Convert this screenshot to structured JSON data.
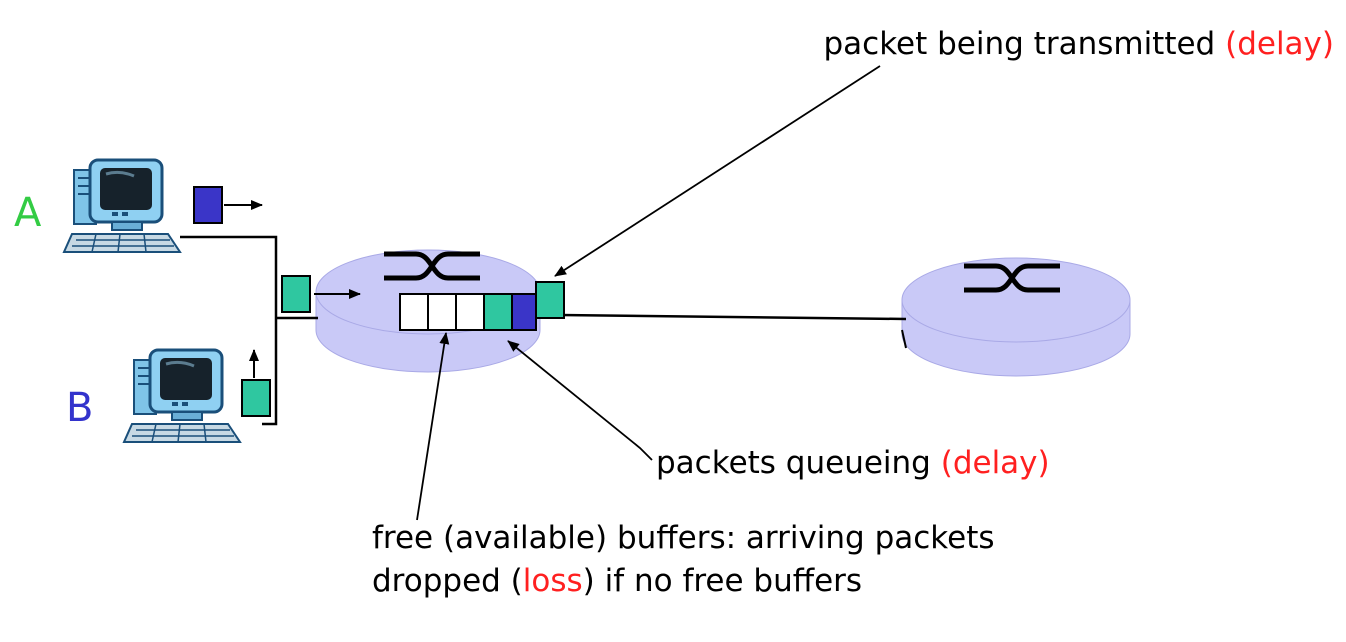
{
  "colors": {
    "router_fill": "#c9c9f7",
    "router_edge": "#a9a9e6",
    "packet_green": "#2fc7a0",
    "packet_blue": "#3a35c8",
    "highlight_red": "#ff2020",
    "host_a_label": "#33cc44",
    "host_b_label": "#3333cc"
  },
  "hosts": {
    "a": {
      "label": "A",
      "icon": "desktop-computer-icon"
    },
    "b": {
      "label": "B",
      "icon": "desktop-computer-icon"
    }
  },
  "routers": {
    "icon": "router-crossed-arrows-icon",
    "count": 2
  },
  "annotations": {
    "transmitted": {
      "text": "packet being transmitted ",
      "highlight": "(delay)"
    },
    "queueing": {
      "text": "packets queueing ",
      "highlight": "(delay)"
    },
    "free_buffers": {
      "line1": "free (available) buffers: arriving packets",
      "line2_pre": "dropped (",
      "line2_highlight": "loss",
      "line2_post": ") if no free buffers"
    }
  }
}
